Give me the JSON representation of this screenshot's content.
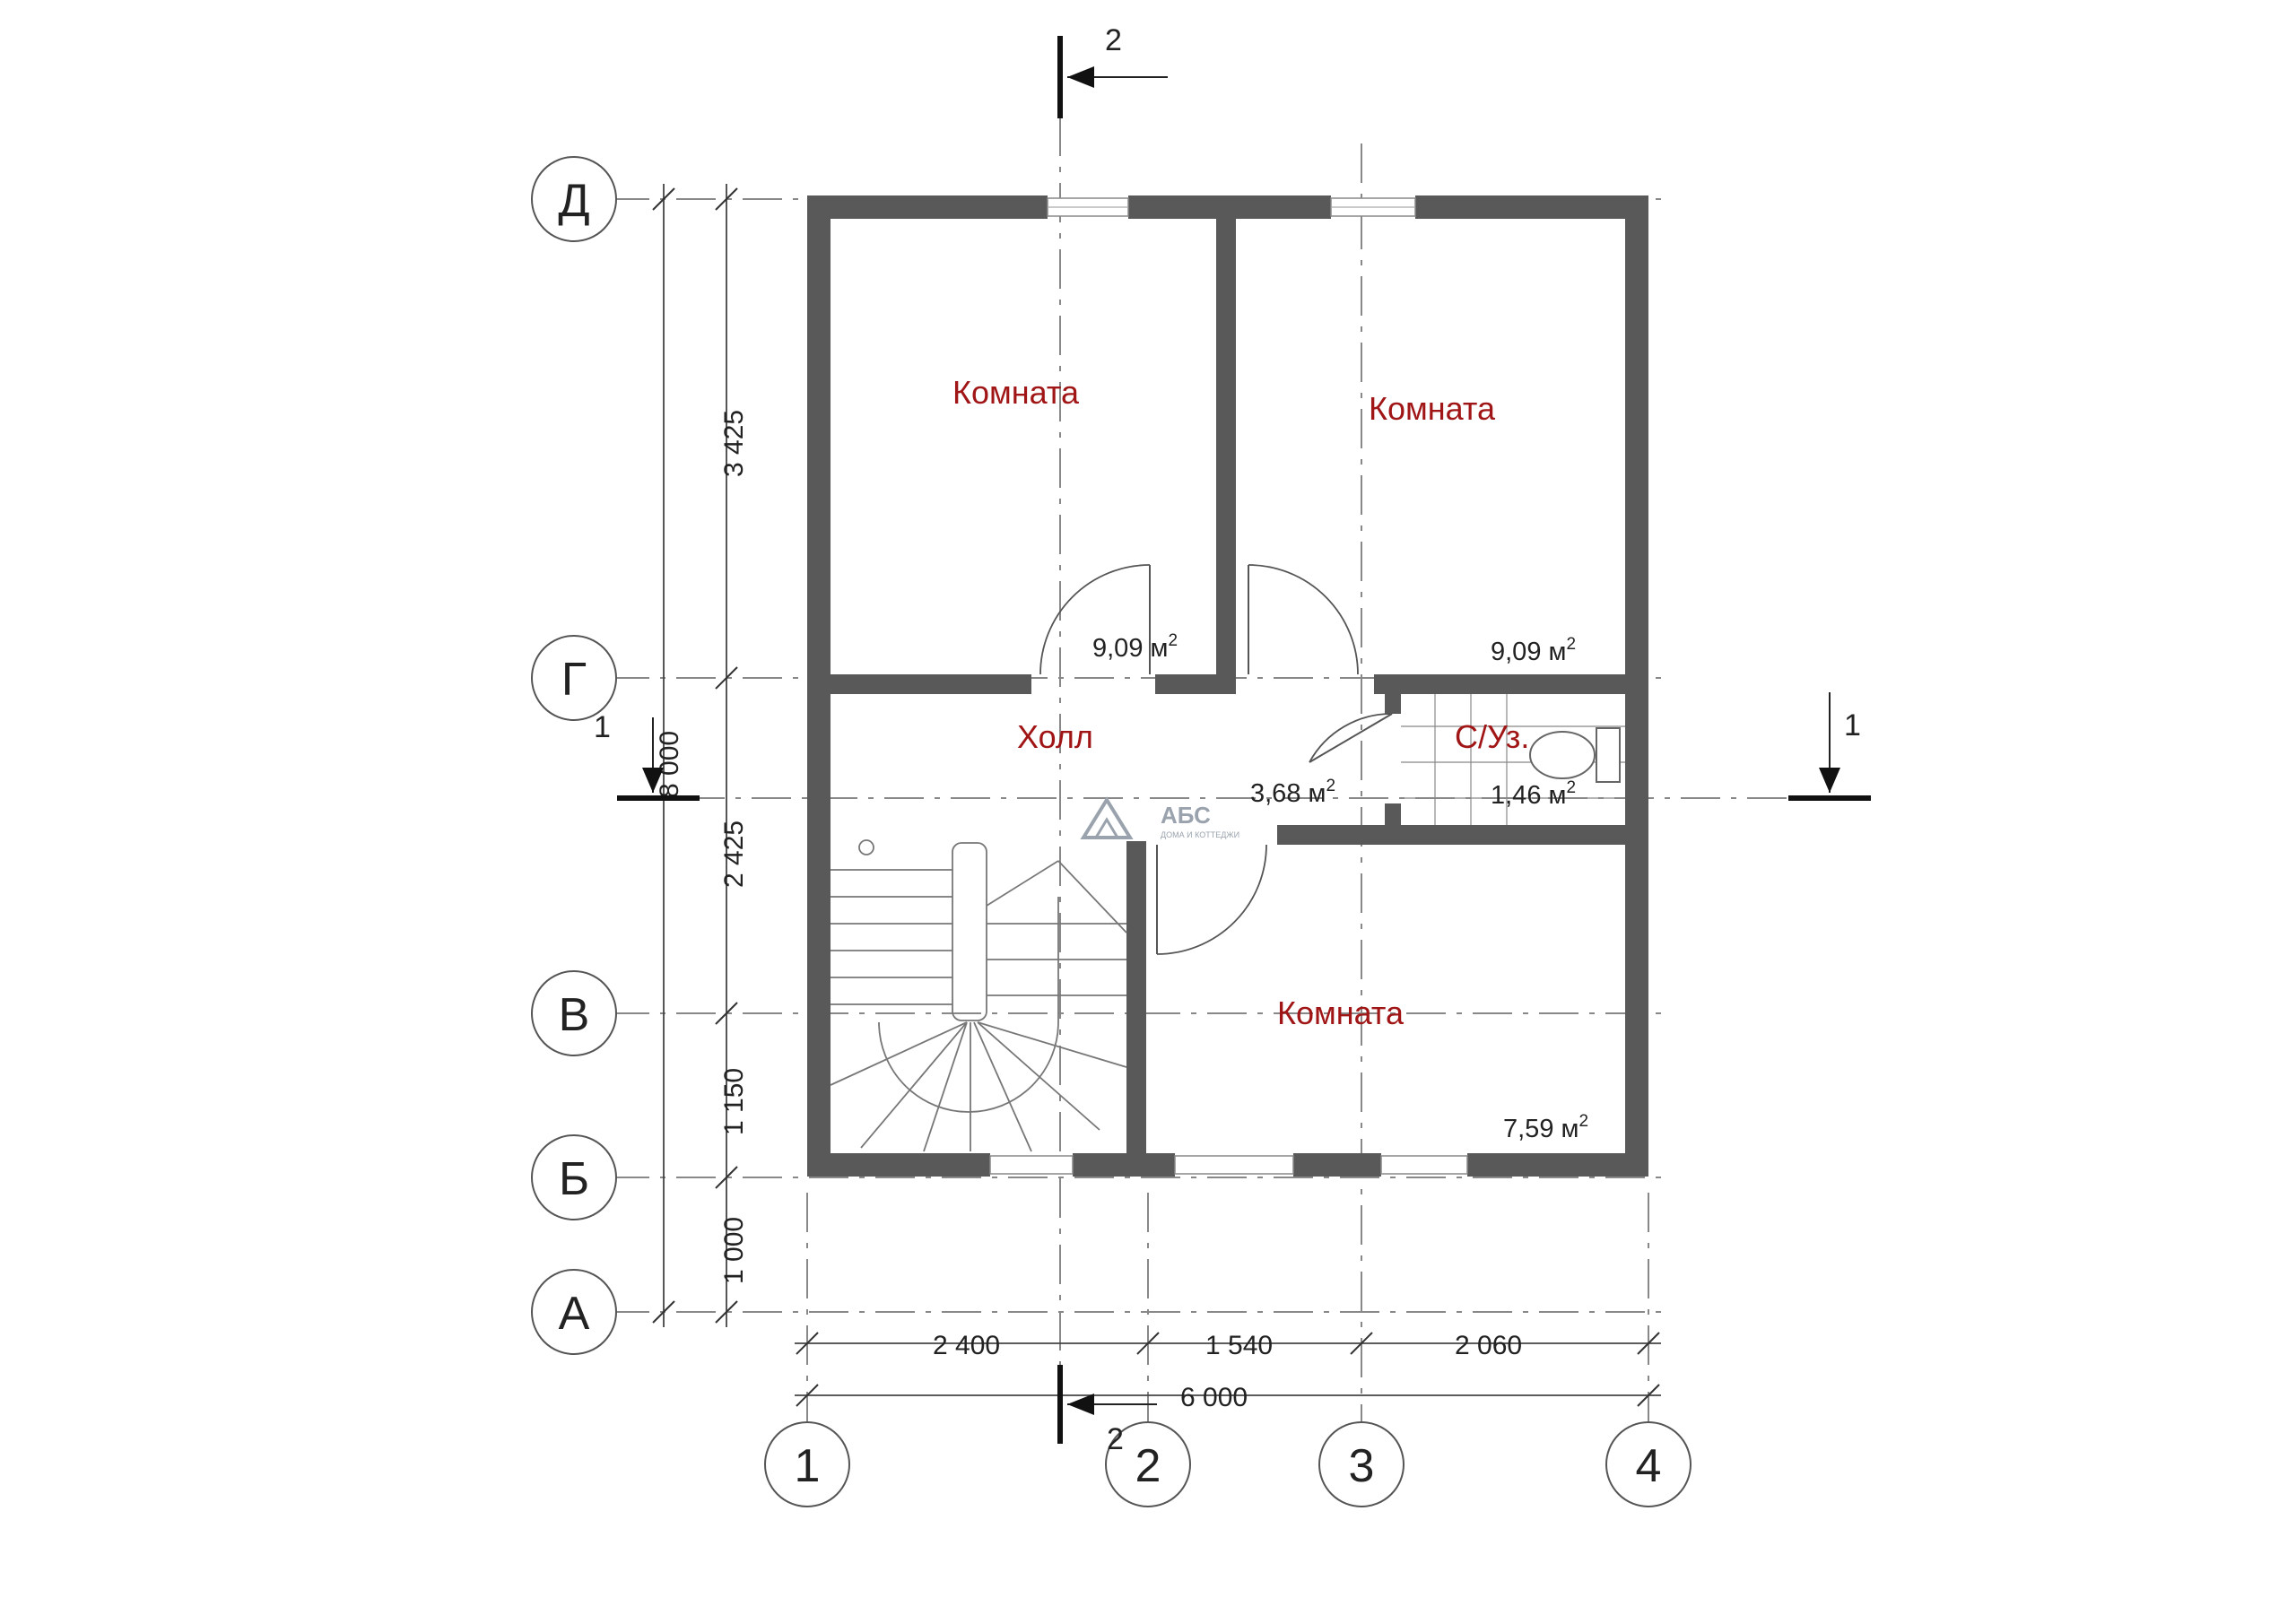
{
  "rooms": [
    {
      "label": "Комната",
      "area": "9,09 м"
    },
    {
      "label": "Комната",
      "area": "9,09 м"
    },
    {
      "label": "Холл",
      "area": "3,68 м"
    },
    {
      "label": "С/Уз.",
      "area": "1,46 м"
    },
    {
      "label": "Комната",
      "area": "7,59 м"
    }
  ],
  "area_unit_sup": "2",
  "axes_letters": [
    "Д",
    "Г",
    "В",
    "Б",
    "А"
  ],
  "axes_numbers": [
    "1",
    "2",
    "3",
    "4"
  ],
  "dims_vertical": [
    "3 425",
    "2 425",
    "1 150",
    "1 000"
  ],
  "dim_vertical_total": "8 000",
  "dims_horizontal": [
    "2 400",
    "1 540",
    "2 060"
  ],
  "dim_horizontal_total": "6 000",
  "section_marks": {
    "section1": "1",
    "section2": "2"
  },
  "logo": {
    "name": "АБС",
    "tagline": "ДОМА И КОТТЕДЖИ"
  },
  "colors": {
    "wall": "#595959",
    "room_label": "#a01515"
  }
}
